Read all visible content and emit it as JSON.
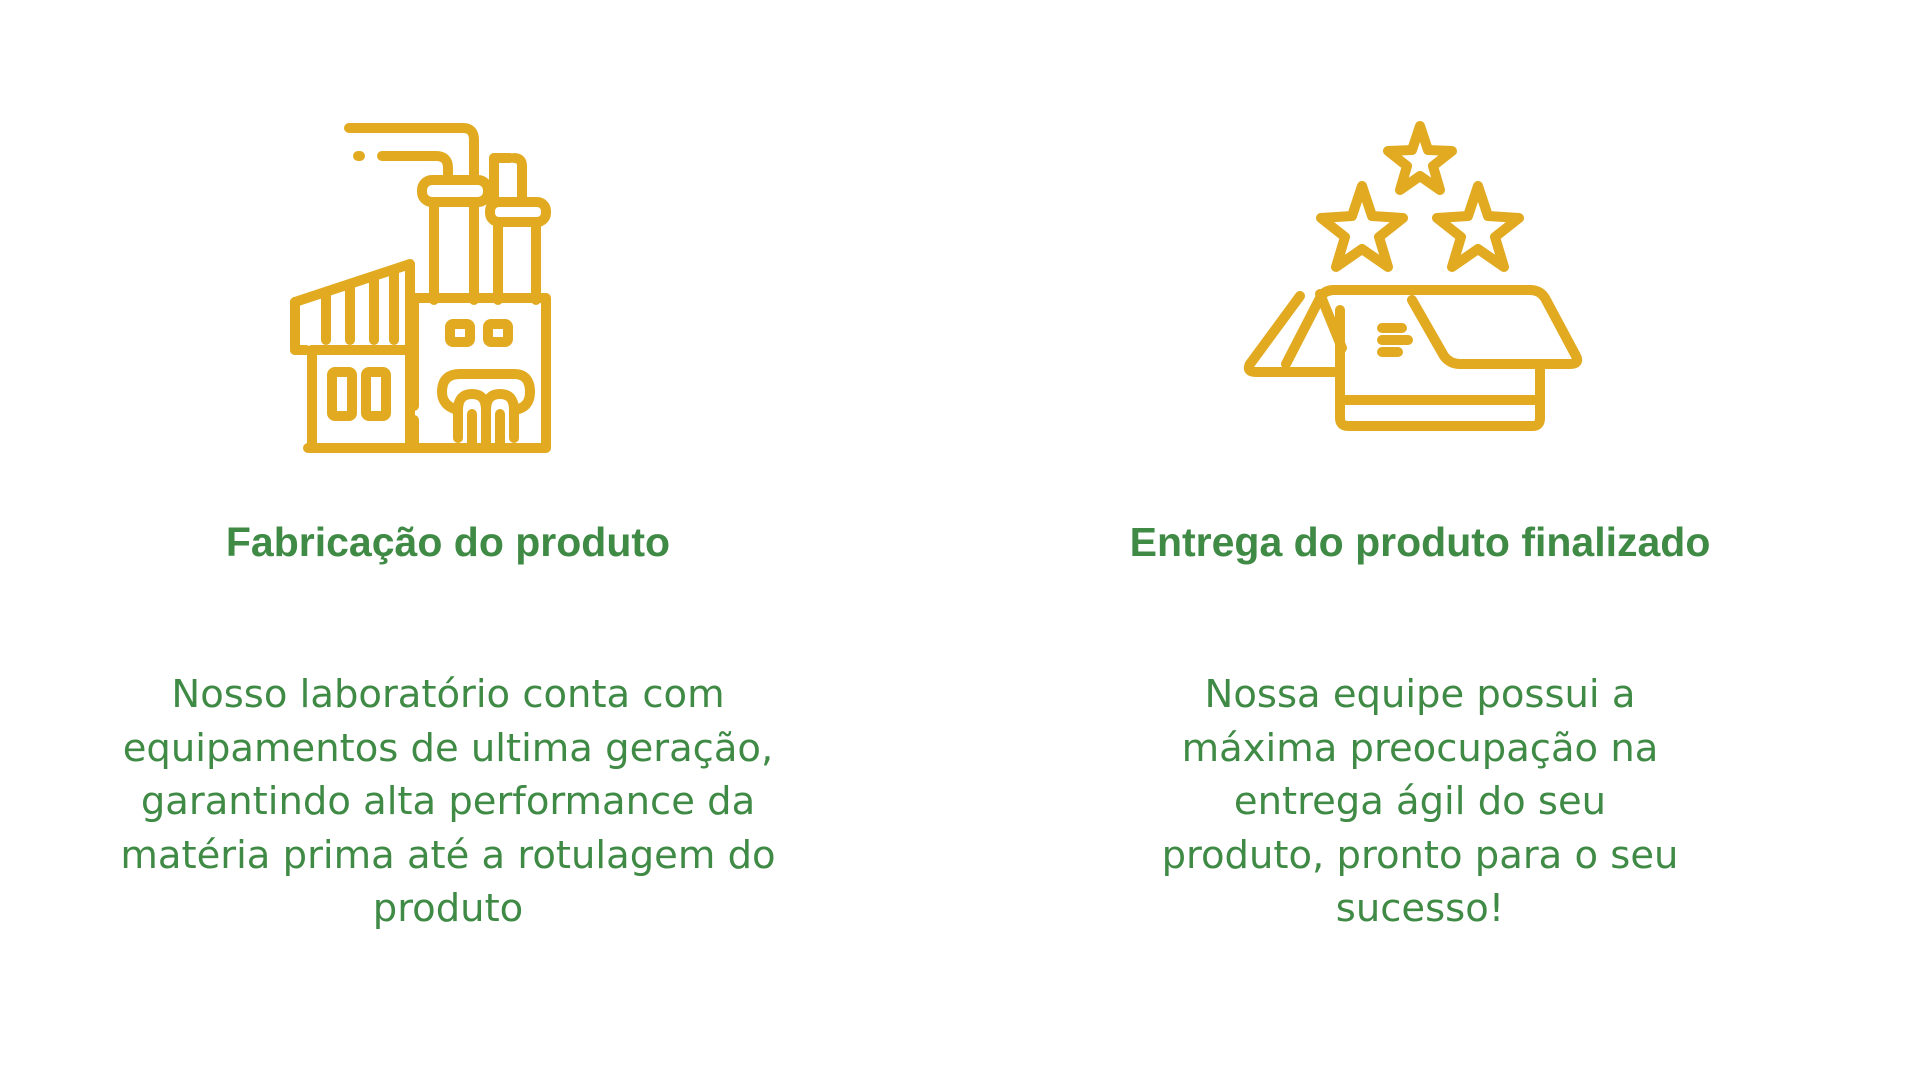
{
  "colors": {
    "icon": "#e2aa21",
    "text": "#3f8a45",
    "background": "#ffffff"
  },
  "features": [
    {
      "icon": "factory-icon",
      "title": "Fabricação do produto",
      "description": "Nosso laboratório conta com equipamentos de ultima geração, garantindo alta performance da matéria prima até a rotulagem do produto"
    },
    {
      "icon": "open-box-stars-icon",
      "title": "Entrega do produto finalizado",
      "description": "Nossa equipe possui a máxima preocupação na entrega ágil do seu produto, pronto para o seu sucesso!"
    }
  ]
}
